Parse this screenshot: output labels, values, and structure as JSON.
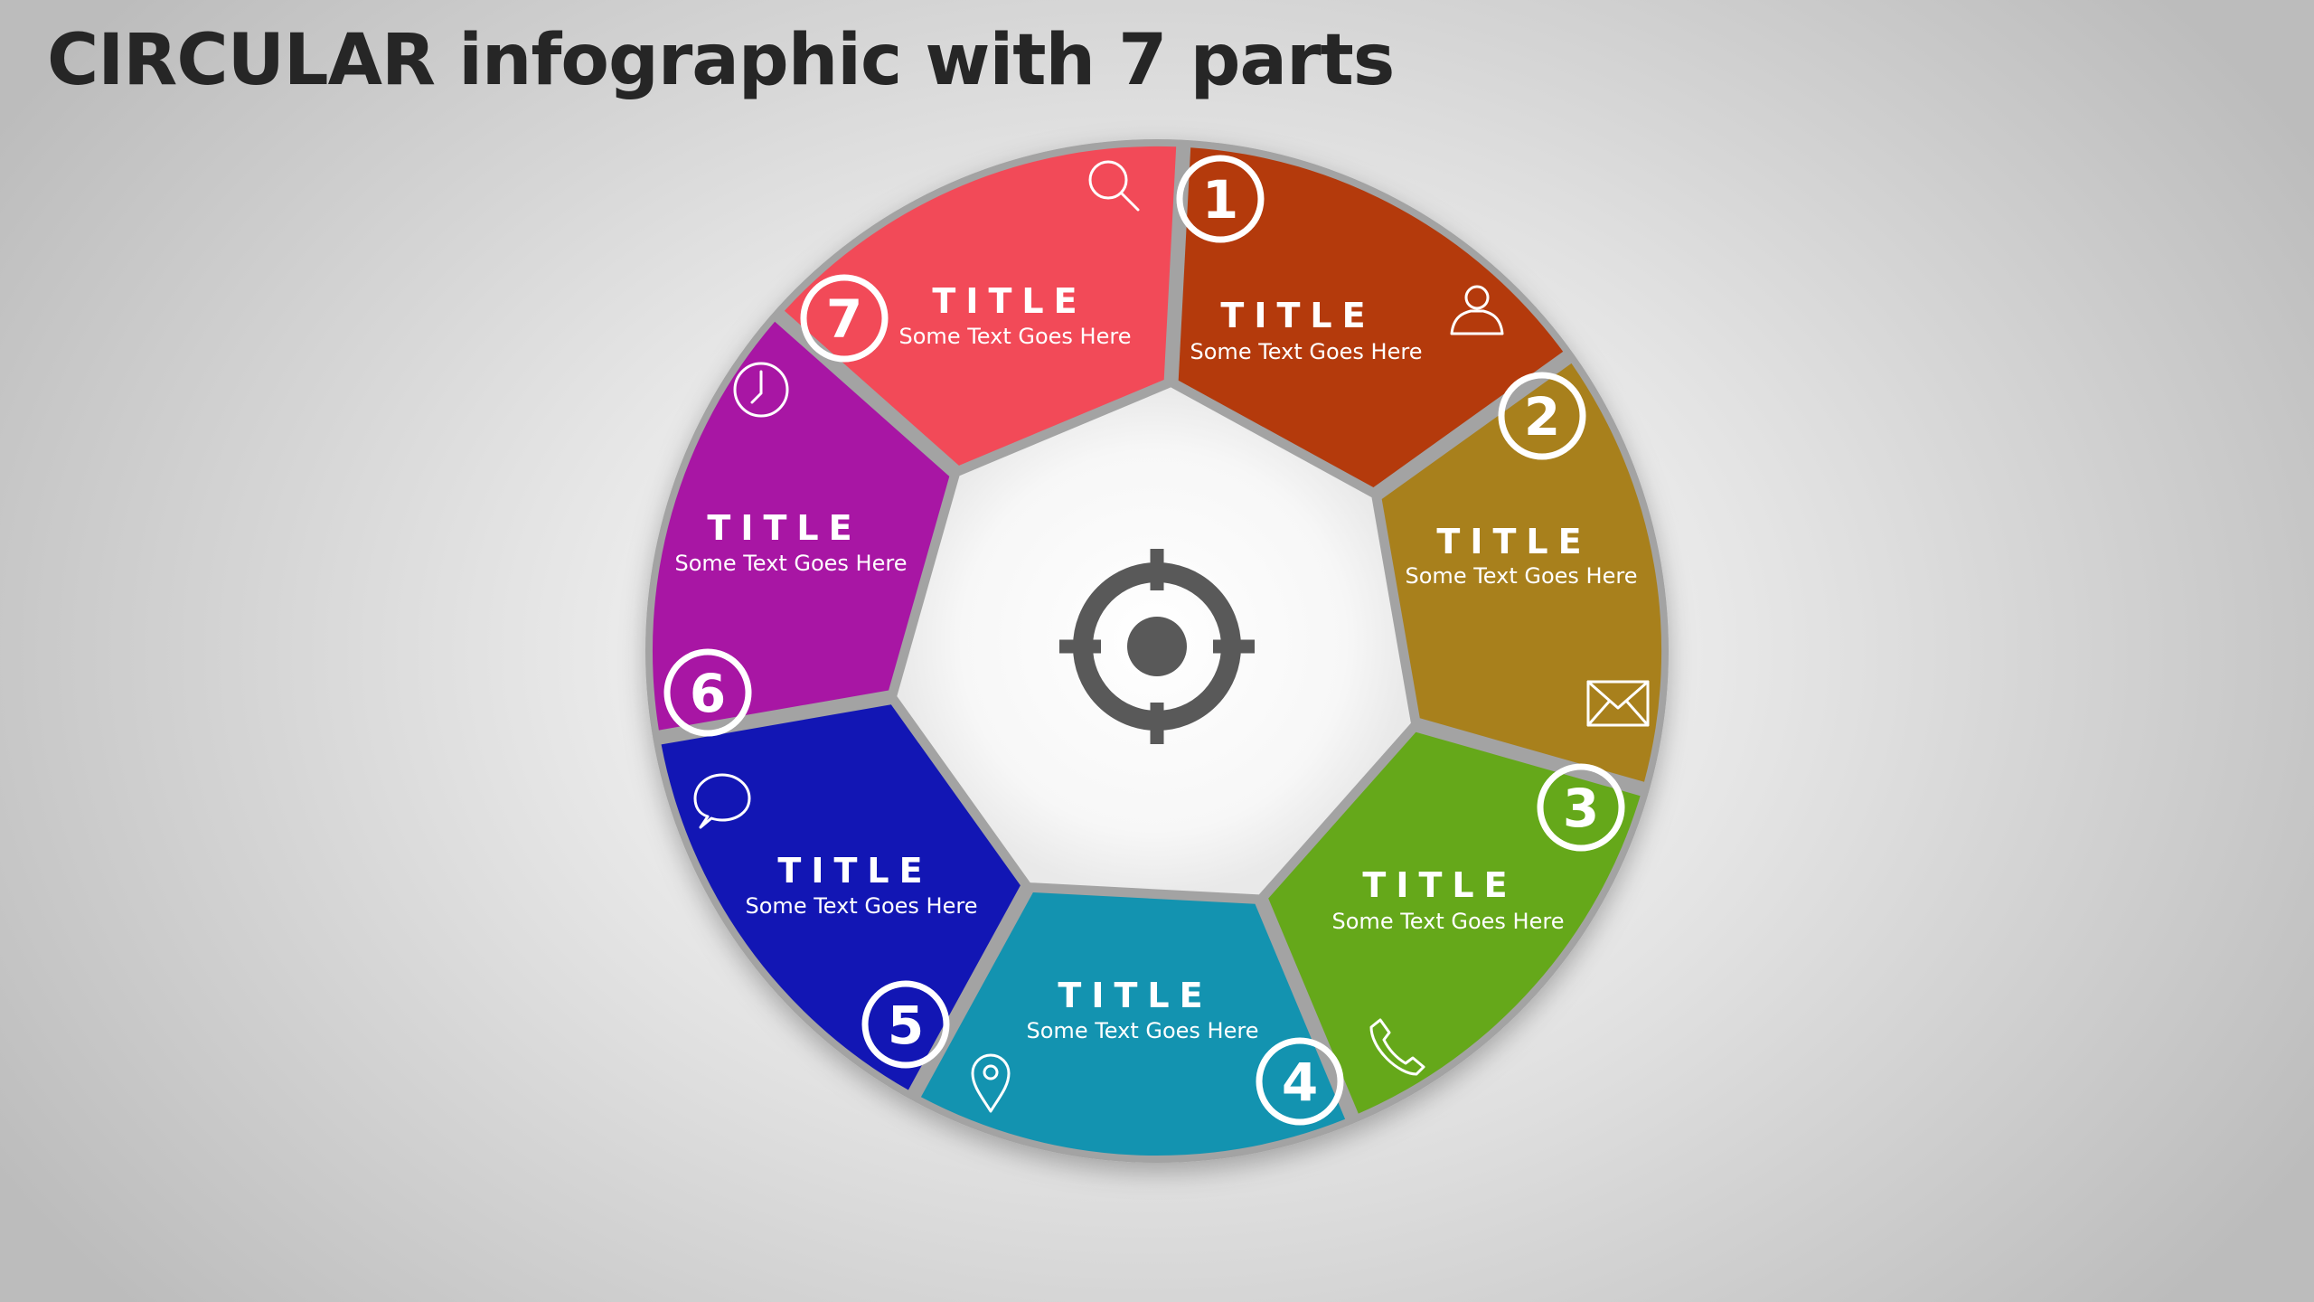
{
  "title": "CIRCULAR infographic with 7 parts",
  "diagram": {
    "center_icon": "target-crosshair-icon",
    "hub_color": "#ffffff",
    "segments": [
      {
        "number": "1",
        "title": "TITLE",
        "text": "Some Text Goes Here",
        "color": "#b43a0c",
        "icon": "user-icon"
      },
      {
        "number": "2",
        "title": "TITLE",
        "text": "Some Text Goes Here",
        "color": "#a8801c",
        "icon": "envelope-icon"
      },
      {
        "number": "3",
        "title": "TITLE",
        "text": "Some Text Goes Here",
        "color": "#65a81a",
        "icon": "phone-icon"
      },
      {
        "number": "4",
        "title": "TITLE",
        "text": "Some Text Goes Here",
        "color": "#1393b0",
        "icon": "location-pin-icon"
      },
      {
        "number": "5",
        "title": "TITLE",
        "text": "Some Text Goes Here",
        "color": "#1216b4",
        "icon": "speech-bubble-icon"
      },
      {
        "number": "6",
        "title": "TITLE",
        "text": "Some Text Goes Here",
        "color": "#a816a4",
        "icon": "clock-icon"
      },
      {
        "number": "7",
        "title": "TITLE",
        "text": "Some Text Goes Here",
        "color": "#f24a58",
        "icon": "search-icon"
      }
    ]
  }
}
